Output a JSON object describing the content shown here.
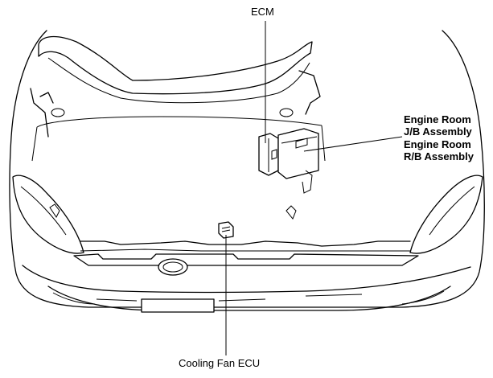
{
  "labels": {
    "ecm": "ECM",
    "engine_room_jb_line1": "Engine Room",
    "engine_room_jb_line2": "J/B Assembly",
    "engine_room_rb_line1": "Engine Room",
    "engine_room_rb_line2": "R/B Assembly",
    "cooling_fan_ecu": "Cooling Fan ECU"
  }
}
